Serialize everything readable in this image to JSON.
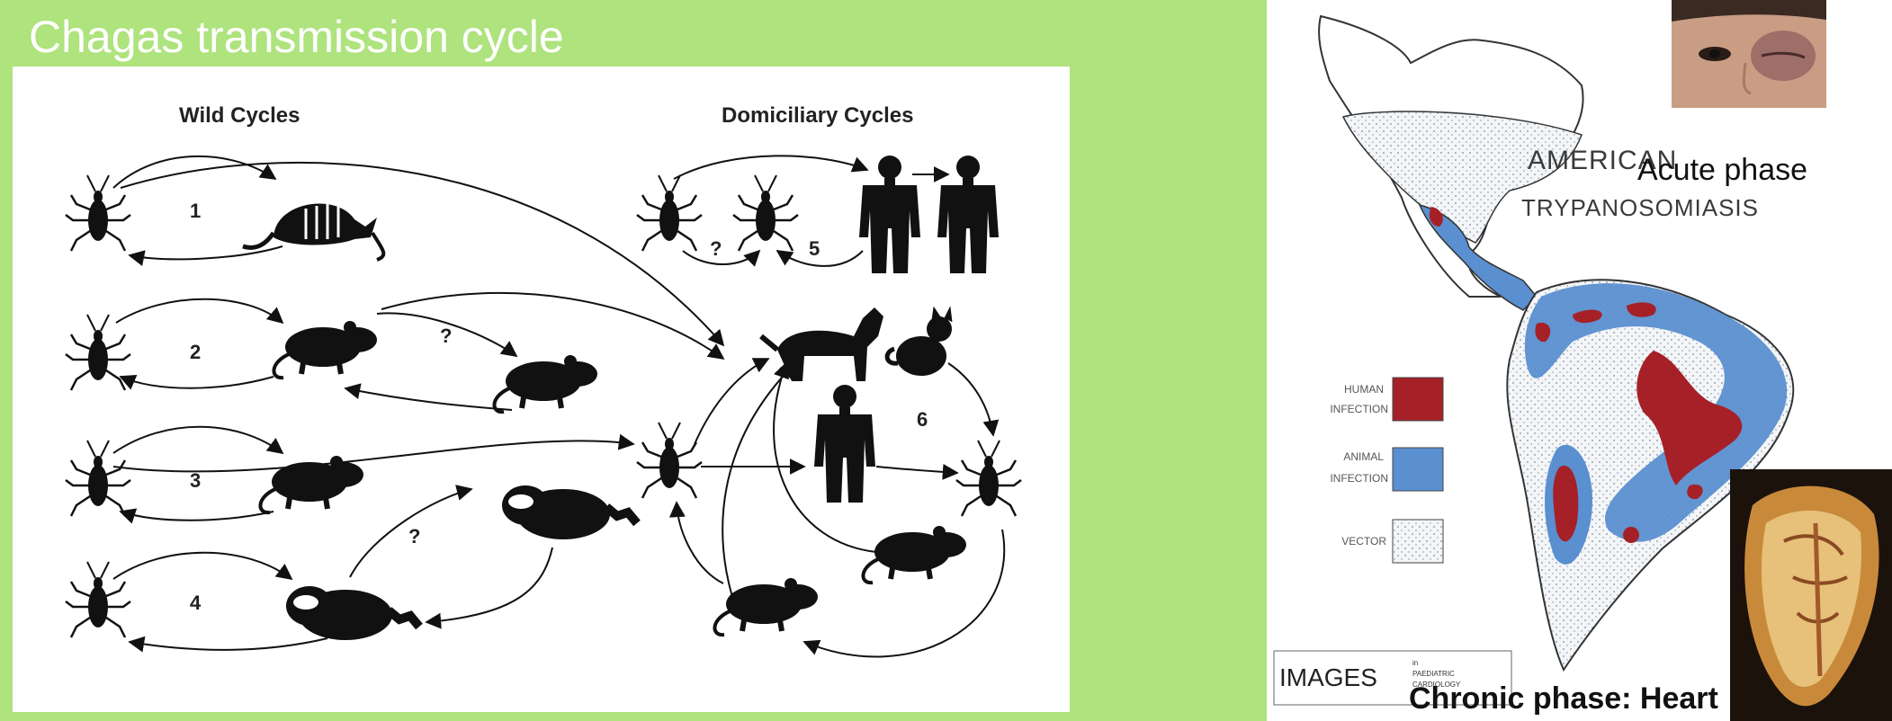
{
  "slide": {
    "title": "Chagas transmission cycle"
  },
  "diagram": {
    "wild_title": "Wild Cycles",
    "domiciliary_title": "Domiciliary Cycles",
    "cycle_labels": [
      "1",
      "2",
      "3",
      "4",
      "5",
      "6"
    ],
    "unknown_label": "?"
  },
  "map": {
    "title_line1": "AMERICAN",
    "title_line2": "TRYPANOSOMIASIS",
    "legend": [
      {
        "line1": "HUMAN",
        "line2": "INFECTION",
        "color": "#a52127"
      },
      {
        "line1": "ANIMAL",
        "line2": "INFECTION",
        "color": "#5a8fd0"
      },
      {
        "line1": "VECTOR",
        "line2": "",
        "color": "#f2f4f6"
      }
    ],
    "source_main": "IMAGES",
    "source_sub1": "in",
    "source_sub2": "PAEDIATRIC",
    "source_sub3": "CARDIOLOGY"
  },
  "photos": {
    "acute_label": "Acute phase",
    "chronic_label": "Chronic phase: Heart"
  }
}
